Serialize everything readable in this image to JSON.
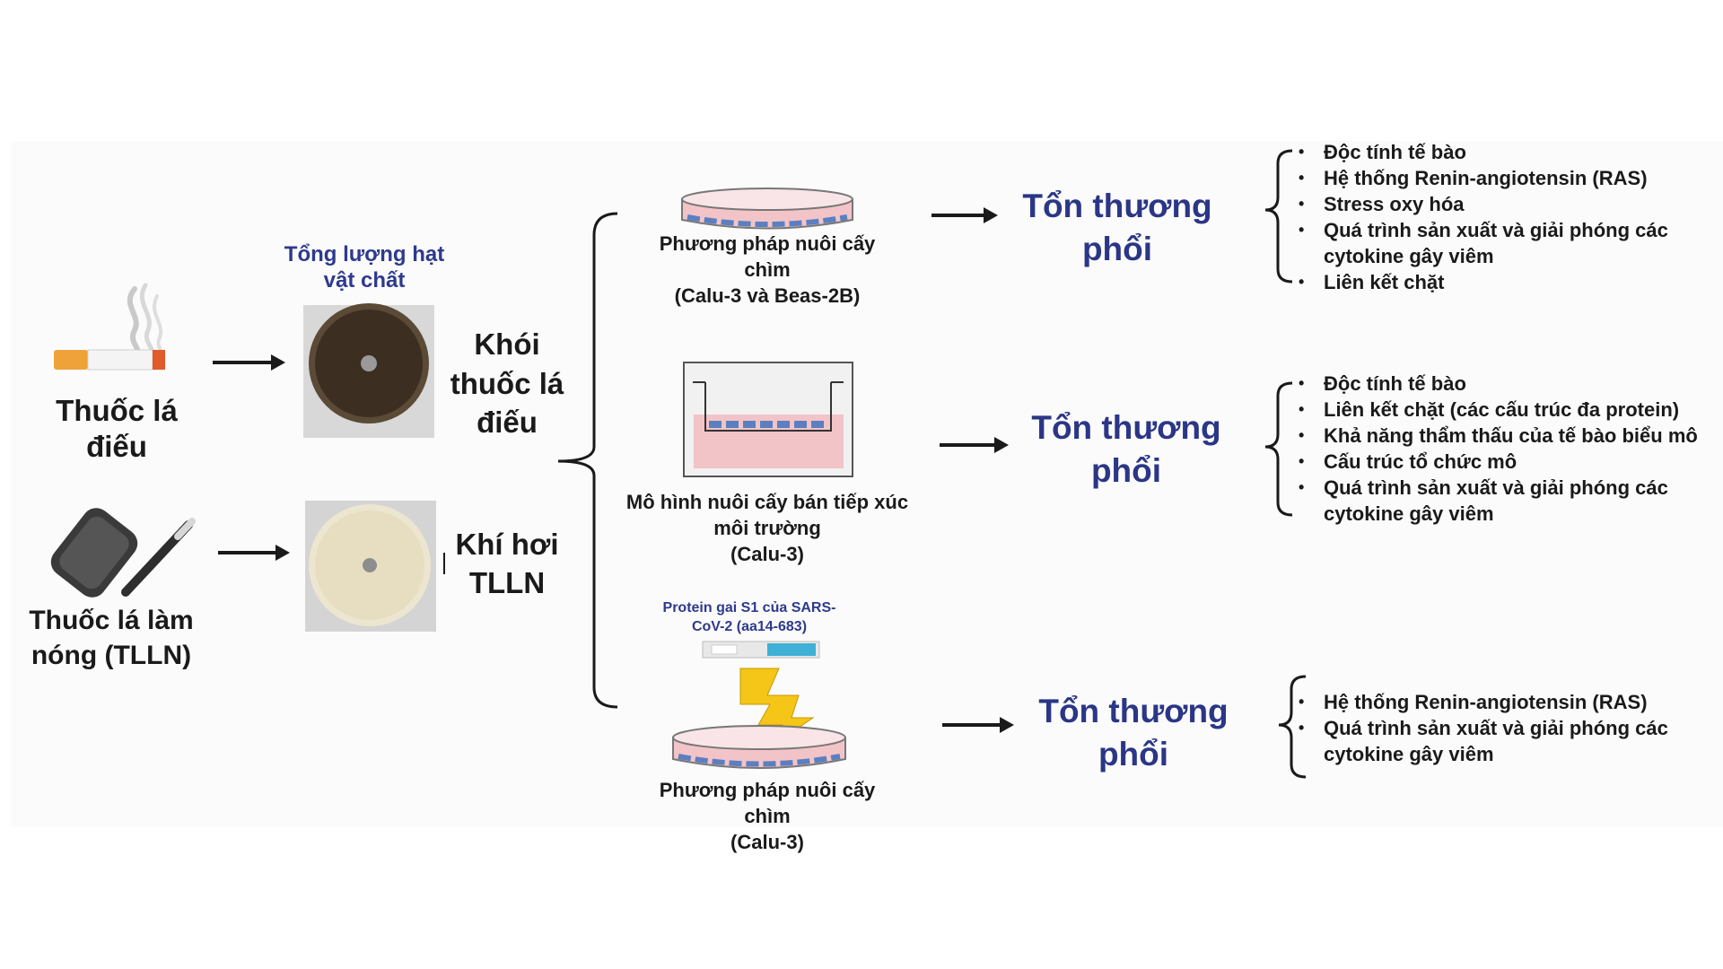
{
  "sources": [
    {
      "label": "Thuốc lá điếu",
      "icon": "cigarette-icon"
    },
    {
      "label": "Thuốc lá làm nóng (TLLN)",
      "icon": "heated-tobacco-device-icon"
    }
  ],
  "filter_caption": "Tổng lượng hạt vật chất",
  "exposures": [
    "Khói thuốc lá điếu",
    "Khí hơi TLLN"
  ],
  "models": [
    {
      "label": "Phương pháp nuôi cấy chìm",
      "cells": "(Calu-3 và Beas-2B)"
    },
    {
      "label": "Mô hình nuôi cấy bán tiếp xúc môi trường",
      "cells": "(Calu-3)"
    },
    {
      "label": "Phương pháp nuôi cấy chìm",
      "cells": "(Calu-3)",
      "stimulus": "Protein gai S1 của SARS-CoV-2 (aa14-683)"
    }
  ],
  "outcome_label": "Tổn thương phổi",
  "effects": [
    [
      "Độc tính tế bào",
      "Hệ thống Renin-angiotensin (RAS)",
      "Stress oxy hóa",
      "Quá trình sản xuất và giải phóng các cytokine gây viêm",
      "Liên kết chặt"
    ],
    [
      "Độc tính tế bào",
      "Liên kết chặt (các cấu trúc đa protein)",
      "Khả năng thẩm thấu của tế bào biểu mô",
      "Cấu trúc tổ chức mô",
      "Quá trình sản xuất và giải phóng các cytokine gây viêm"
    ],
    [
      "Hệ thống Renin-angiotensin (RAS)",
      "Quá trình sản xuất và giải phóng các cytokine gây viêm"
    ]
  ],
  "colors": {
    "accent": "#2b3686",
    "arrow": "#1a1a1a",
    "medium": "#f2c4c8",
    "cells": "#5b7fc0",
    "lightning": "#f5c518"
  }
}
